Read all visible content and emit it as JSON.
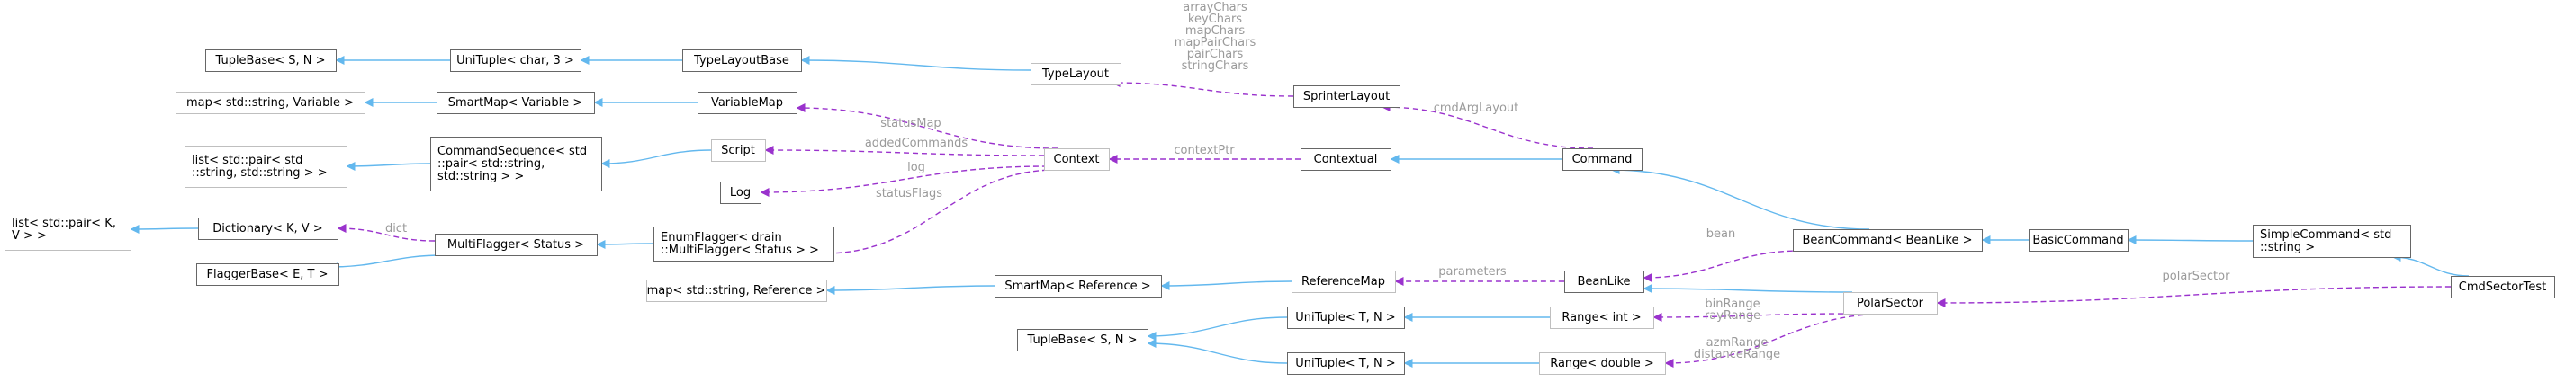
{
  "diagram": {
    "nodes": {
      "tuplebase_sn_top": {
        "lines": [
          "TupleBase< S, N >"
        ],
        "style": "normal"
      },
      "unituple_char3": {
        "lines": [
          "UniTuple< char, 3 >"
        ],
        "style": "normal"
      },
      "typelayoutbase": {
        "lines": [
          "TypeLayoutBase"
        ],
        "style": "normal"
      },
      "typelayout": {
        "lines": [
          "TypeLayout"
        ],
        "style": "light"
      },
      "map_variable": {
        "lines": [
          "map< std::string, Variable >"
        ],
        "style": "light"
      },
      "smartmap_variable": {
        "lines": [
          "SmartMap< Variable >"
        ],
        "style": "normal"
      },
      "variablemap": {
        "lines": [
          "VariableMap"
        ],
        "style": "normal"
      },
      "list_pair_string": {
        "lines": [
          "list< std::pair< std",
          "::string, std::string > >"
        ],
        "style": "light"
      },
      "commandsequence": {
        "lines": [
          "CommandSequence< std",
          "::pair< std::string,",
          " std::string > >"
        ],
        "style": "normal"
      },
      "script": {
        "lines": [
          "Script"
        ],
        "style": "light"
      },
      "log": {
        "lines": [
          "Log"
        ],
        "style": "normal"
      },
      "context": {
        "lines": [
          "Context"
        ],
        "style": "light"
      },
      "sprinterlayout": {
        "lines": [
          "SprinterLayout"
        ],
        "style": "normal"
      },
      "contextual": {
        "lines": [
          "Contextual"
        ],
        "style": "normal"
      },
      "command": {
        "lines": [
          "Command"
        ],
        "style": "normal"
      },
      "list_pair_kv": {
        "lines": [
          "list< std::pair< K,",
          " V > >"
        ],
        "style": "light"
      },
      "dictionary": {
        "lines": [
          "Dictionary< K, V >"
        ],
        "style": "normal"
      },
      "flaggerbase": {
        "lines": [
          "FlaggerBase< E, T >"
        ],
        "style": "normal"
      },
      "multiflagger": {
        "lines": [
          "MultiFlagger< Status >"
        ],
        "style": "normal"
      },
      "enumflagger": {
        "lines": [
          "EnumFlagger< drain",
          "::MultiFlagger< Status > >"
        ],
        "style": "normal"
      },
      "map_reference": {
        "lines": [
          "map< std::string, Reference >"
        ],
        "style": "light"
      },
      "smartmap_reference": {
        "lines": [
          "SmartMap< Reference >"
        ],
        "style": "normal"
      },
      "referencemap": {
        "lines": [
          "ReferenceMap"
        ],
        "style": "light"
      },
      "beanlike": {
        "lines": [
          "BeanLike"
        ],
        "style": "normal"
      },
      "beancommand": {
        "lines": [
          "BeanCommand< BeanLike >"
        ],
        "style": "normal"
      },
      "basiccommand": {
        "lines": [
          "BasicCommand"
        ],
        "style": "normal"
      },
      "simplecommand": {
        "lines": [
          "SimpleCommand< std",
          "::string >"
        ],
        "style": "normal"
      },
      "cmdsectortest": {
        "lines": [
          "CmdSectorTest"
        ],
        "style": "focus"
      },
      "polarsector": {
        "lines": [
          "PolarSector"
        ],
        "style": "light"
      },
      "tuplebase_sn_bottom": {
        "lines": [
          "TupleBase< S, N >"
        ],
        "style": "normal"
      },
      "unituple_tn_a": {
        "lines": [
          "UniTuple< T, N >"
        ],
        "style": "normal"
      },
      "unituple_tn_b": {
        "lines": [
          "UniTuple< T, N >"
        ],
        "style": "normal"
      },
      "range_int": {
        "lines": [
          "Range< int >"
        ],
        "style": "light"
      },
      "range_double": {
        "lines": [
          "Range< double >"
        ],
        "style": "light"
      }
    },
    "edges": [
      {
        "from": "unituple_char3",
        "to": "tuplebase_sn_top",
        "kind": "inherit"
      },
      {
        "from": "typelayoutbase",
        "to": "unituple_char3",
        "kind": "inherit"
      },
      {
        "from": "typelayout",
        "to": "typelayoutbase",
        "kind": "inherit"
      },
      {
        "from": "sprinterlayout",
        "to": "typelayout",
        "kind": "usage",
        "labels": [
          "arrayChars",
          "keyChars",
          "mapChars",
          "mapPairChars",
          "pairChars",
          "stringChars"
        ]
      },
      {
        "from": "smartmap_variable",
        "to": "map_variable",
        "kind": "inherit"
      },
      {
        "from": "variablemap",
        "to": "smartmap_variable",
        "kind": "inherit"
      },
      {
        "from": "context",
        "to": "variablemap",
        "kind": "usage",
        "labels": [
          "statusMap"
        ]
      },
      {
        "from": "commandsequence",
        "to": "list_pair_string",
        "kind": "inherit"
      },
      {
        "from": "script",
        "to": "commandsequence",
        "kind": "inherit"
      },
      {
        "from": "context",
        "to": "script",
        "kind": "usage",
        "labels": [
          "addedCommands"
        ]
      },
      {
        "from": "context",
        "to": "log",
        "kind": "usage",
        "labels": [
          "log"
        ]
      },
      {
        "from": "context",
        "to": "enumflagger",
        "kind": "usage",
        "labels": [
          "statusFlags"
        ]
      },
      {
        "from": "contextual",
        "to": "context",
        "kind": "usage",
        "labels": [
          "contextPtr"
        ]
      },
      {
        "from": "command",
        "to": "sprinterlayout",
        "kind": "usage",
        "labels": [
          "cmdArgLayout"
        ]
      },
      {
        "from": "command",
        "to": "contextual",
        "kind": "inherit"
      },
      {
        "from": "dictionary",
        "to": "list_pair_kv",
        "kind": "inherit"
      },
      {
        "from": "multiflagger",
        "to": "dictionary",
        "kind": "usage",
        "labels": [
          "dict"
        ]
      },
      {
        "from": "multiflagger",
        "to": "flaggerbase",
        "kind": "inherit"
      },
      {
        "from": "enumflagger",
        "to": "multiflagger",
        "kind": "inherit"
      },
      {
        "from": "beancommand",
        "to": "command",
        "kind": "inherit"
      },
      {
        "from": "beancommand",
        "to": "beanlike",
        "kind": "usage",
        "labels": [
          "bean"
        ]
      },
      {
        "from": "basiccommand",
        "to": "beancommand",
        "kind": "inherit"
      },
      {
        "from": "simplecommand",
        "to": "basiccommand",
        "kind": "inherit"
      },
      {
        "from": "cmdsectortest",
        "to": "simplecommand",
        "kind": "inherit"
      },
      {
        "from": "cmdsectortest",
        "to": "polarsector",
        "kind": "usage",
        "labels": [
          "polarSector"
        ]
      },
      {
        "from": "smartmap_reference",
        "to": "map_reference",
        "kind": "inherit"
      },
      {
        "from": "referencemap",
        "to": "smartmap_reference",
        "kind": "inherit"
      },
      {
        "from": "beanlike",
        "to": "referencemap",
        "kind": "usage",
        "labels": [
          "parameters"
        ]
      },
      {
        "from": "polarsector",
        "to": "beanlike",
        "kind": "inherit"
      },
      {
        "from": "polarsector",
        "to": "range_int",
        "kind": "usage",
        "labels": [
          "binRange",
          "rayRange"
        ]
      },
      {
        "from": "polarsector",
        "to": "range_double",
        "kind": "usage",
        "labels": [
          "azmRange",
          "distanceRange"
        ]
      },
      {
        "from": "range_int",
        "to": "unituple_tn_a",
        "kind": "inherit"
      },
      {
        "from": "range_double",
        "to": "unituple_tn_b",
        "kind": "inherit"
      },
      {
        "from": "unituple_tn_a",
        "to": "tuplebase_sn_bottom",
        "kind": "inherit"
      },
      {
        "from": "unituple_tn_b",
        "to": "tuplebase_sn_bottom",
        "kind": "inherit"
      }
    ],
    "colors": {
      "inherit_edge": "#63b8ee",
      "usage_edge": "#9a32cd",
      "edge_label": "#9a9a9a",
      "node_border": "#666666",
      "light_node_border": "#bfbfbf",
      "focus_fill": "#999999"
    }
  }
}
